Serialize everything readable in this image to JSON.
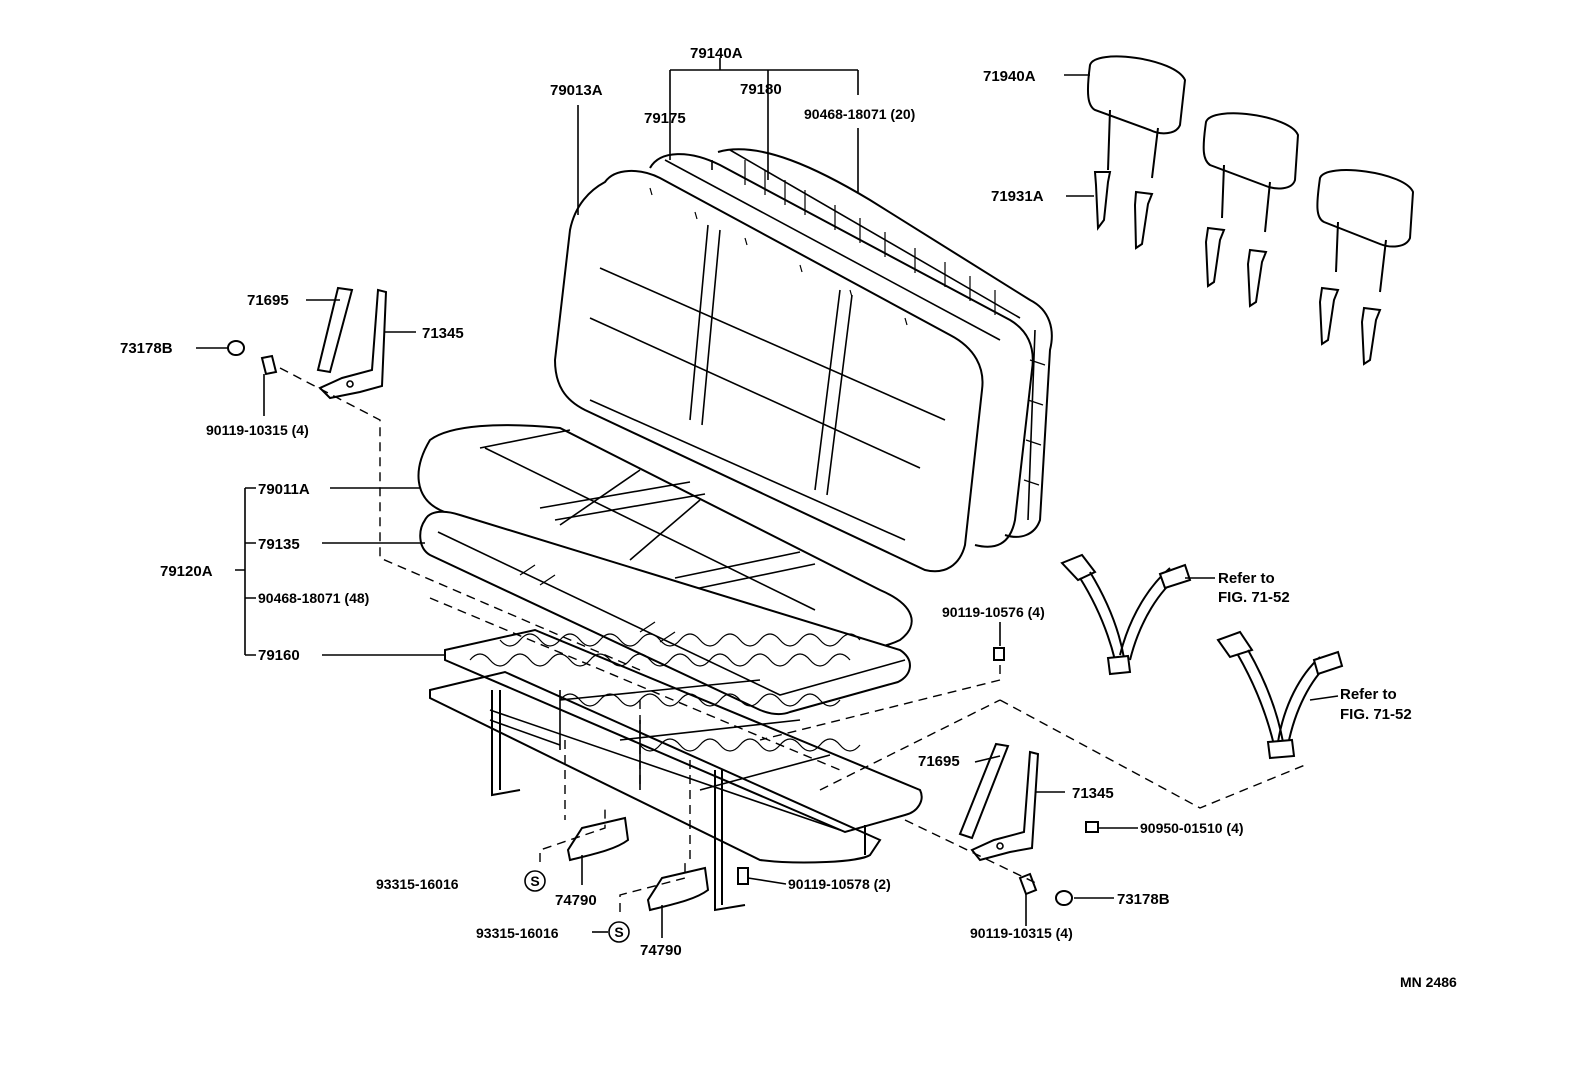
{
  "diagram": {
    "code": "MN 2486",
    "labels": {
      "l79140A": "79140A",
      "l79013A": "79013A",
      "l79175": "79175",
      "l79180": "79180",
      "l90468_20": "90468-18071 (20)",
      "l71940A": "71940A",
      "l71931A": "71931A",
      "l71695_top": "71695",
      "l71345_top": "71345",
      "l73178B_top": "73178B",
      "l90119_10315_top": "90119-10315 (4)",
      "l79011A": "79011A",
      "l79135": "79135",
      "l79120A": "79120A",
      "l90468_48": "90468-18071 (48)",
      "l79160": "79160",
      "l90119_10576": "90119-10576 (4)",
      "l_refer1": "Refer to",
      "l_fig1": "FIG. 71-52",
      "l_refer2": "Refer to",
      "l_fig2": "FIG. 71-52",
      "l71695_bot": "71695",
      "l71345_bot": "71345",
      "l90950": "90950-01510 (4)",
      "l93315_a": "93315-16016",
      "l74790_a": "74790",
      "l90119_10578": "90119-10578 (2)",
      "l73178B_bot": "73178B",
      "l90119_10315_bot": "90119-10315 (4)",
      "l93315_b": "93315-16016",
      "l74790_b": "74790",
      "s_mark_a": "S",
      "s_mark_b": "S"
    }
  }
}
